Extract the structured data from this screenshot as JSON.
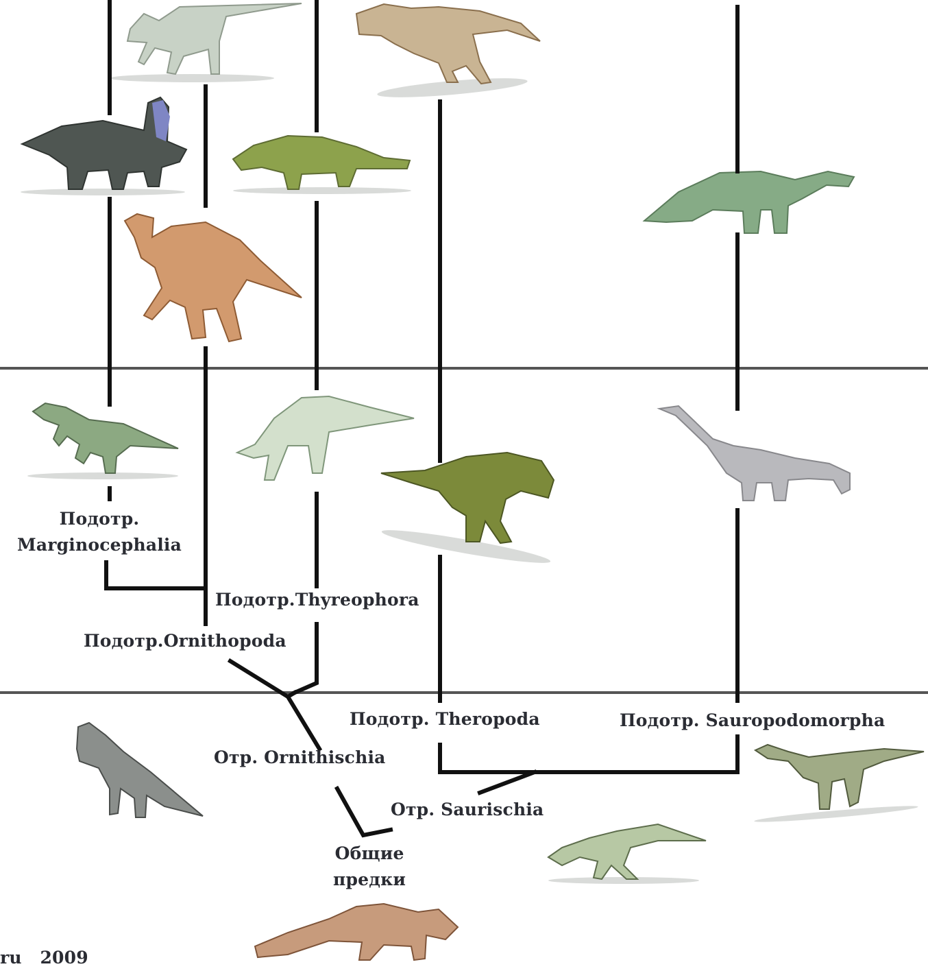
{
  "labels": {
    "marginocephalia": "Подотр.\nMarginocephalia",
    "thyreophora": "Подотр.Thyreophora",
    "ornithopoda": "Подотр.Ornithopoda",
    "theropoda": "Подотр. Theropoda",
    "sauropodomorpha": "Подотр. Sauropodomorpha",
    "ornithischia": "Отр. Ornithischia",
    "saurischia": "Отр. Saurischia",
    "common_ancestors": "Общие\nпредки"
  },
  "footer": {
    "credit": "ru   2009"
  },
  "colors": {
    "line": "#111111",
    "divider": "#555555",
    "text": "#2a2c33"
  }
}
